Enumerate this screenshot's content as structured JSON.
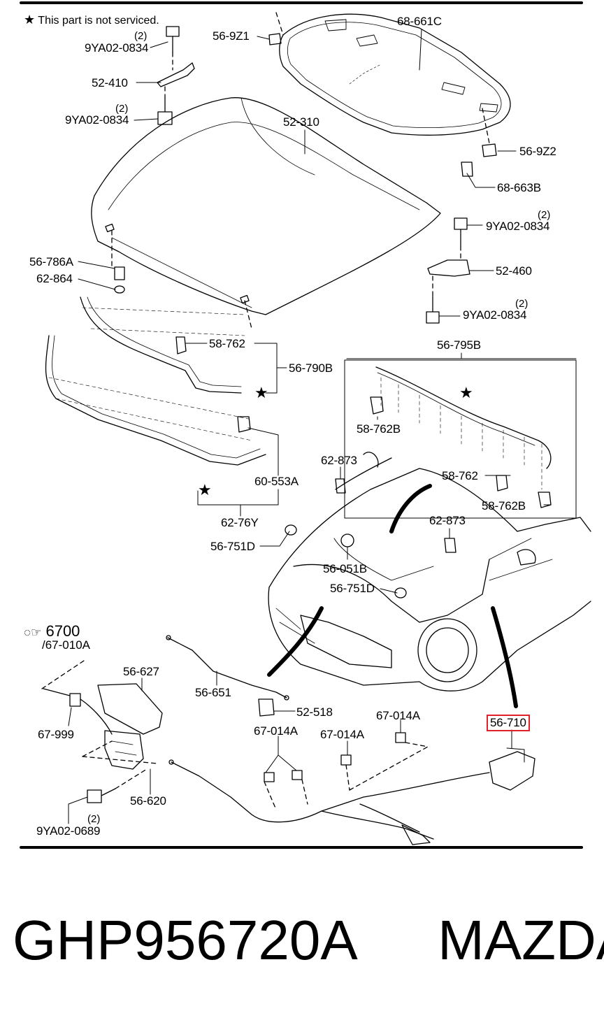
{
  "note": {
    "star": "★",
    "text": "This part is not serviced."
  },
  "labels": [
    {
      "id": "p-9YA02-0834-a",
      "text": "9YA02-0834",
      "qty": "(2)"
    },
    {
      "id": "p-52-410",
      "text": "52-410"
    },
    {
      "id": "p-9YA02-0834-b",
      "text": "9YA02-0834",
      "qty": "(2)"
    },
    {
      "id": "p-56-9Z1",
      "text": "56-9Z1"
    },
    {
      "id": "p-68-661C",
      "text": "68-661C"
    },
    {
      "id": "p-52-310",
      "text": "52-310"
    },
    {
      "id": "p-56-9Z2",
      "text": "56-9Z2"
    },
    {
      "id": "p-68-663B",
      "text": "68-663B"
    },
    {
      "id": "p-9YA02-0834-c",
      "text": "9YA02-0834",
      "qty": "(2)"
    },
    {
      "id": "p-52-460",
      "text": "52-460"
    },
    {
      "id": "p-9YA02-0834-d",
      "text": "9YA02-0834",
      "qty": "(2)"
    },
    {
      "id": "p-56-786A",
      "text": "56-786A"
    },
    {
      "id": "p-62-864",
      "text": "62-864"
    },
    {
      "id": "p-58-762-a",
      "text": "58-762"
    },
    {
      "id": "p-56-790B",
      "text": "56-790B"
    },
    {
      "id": "p-56-795B",
      "text": "56-795B"
    },
    {
      "id": "p-58-762B-a",
      "text": "58-762B"
    },
    {
      "id": "p-60-553A",
      "text": "60-553A"
    },
    {
      "id": "p-62-76Y",
      "text": "62-76Y"
    },
    {
      "id": "p-62-873-a",
      "text": "62-873"
    },
    {
      "id": "p-58-762-b",
      "text": "58-762"
    },
    {
      "id": "p-58-762B-b",
      "text": "58-762B"
    },
    {
      "id": "p-62-873-b",
      "text": "62-873"
    },
    {
      "id": "p-56-751D-a",
      "text": "56-751D"
    },
    {
      "id": "p-56-051B",
      "text": "56-051B"
    },
    {
      "id": "p-56-751D-b",
      "text": "56-751D"
    },
    {
      "id": "p-56-627",
      "text": "56-627"
    },
    {
      "id": "p-56-651",
      "text": "56-651"
    },
    {
      "id": "p-52-518",
      "text": "52-518"
    },
    {
      "id": "p-67-014A-a",
      "text": "67-014A"
    },
    {
      "id": "p-67-014A-b",
      "text": "67-014A"
    },
    {
      "id": "p-67-014A-c",
      "text": "67-014A"
    },
    {
      "id": "p-67-999",
      "text": "67-999"
    },
    {
      "id": "p-56-620",
      "text": "56-620"
    },
    {
      "id": "p-9YA02-0689",
      "text": "9YA02-0689",
      "qty": "(2)"
    },
    {
      "id": "p-56-710",
      "text": "56-710",
      "highlighted": true
    }
  ],
  "reference": {
    "code": "6700",
    "sub": "/67-010A"
  },
  "footer": {
    "part_number": "GHP956720A",
    "brand": "MAZDA"
  },
  "colors": {
    "highlight": "#e0202a",
    "line": "#000000",
    "background": "#ffffff"
  }
}
